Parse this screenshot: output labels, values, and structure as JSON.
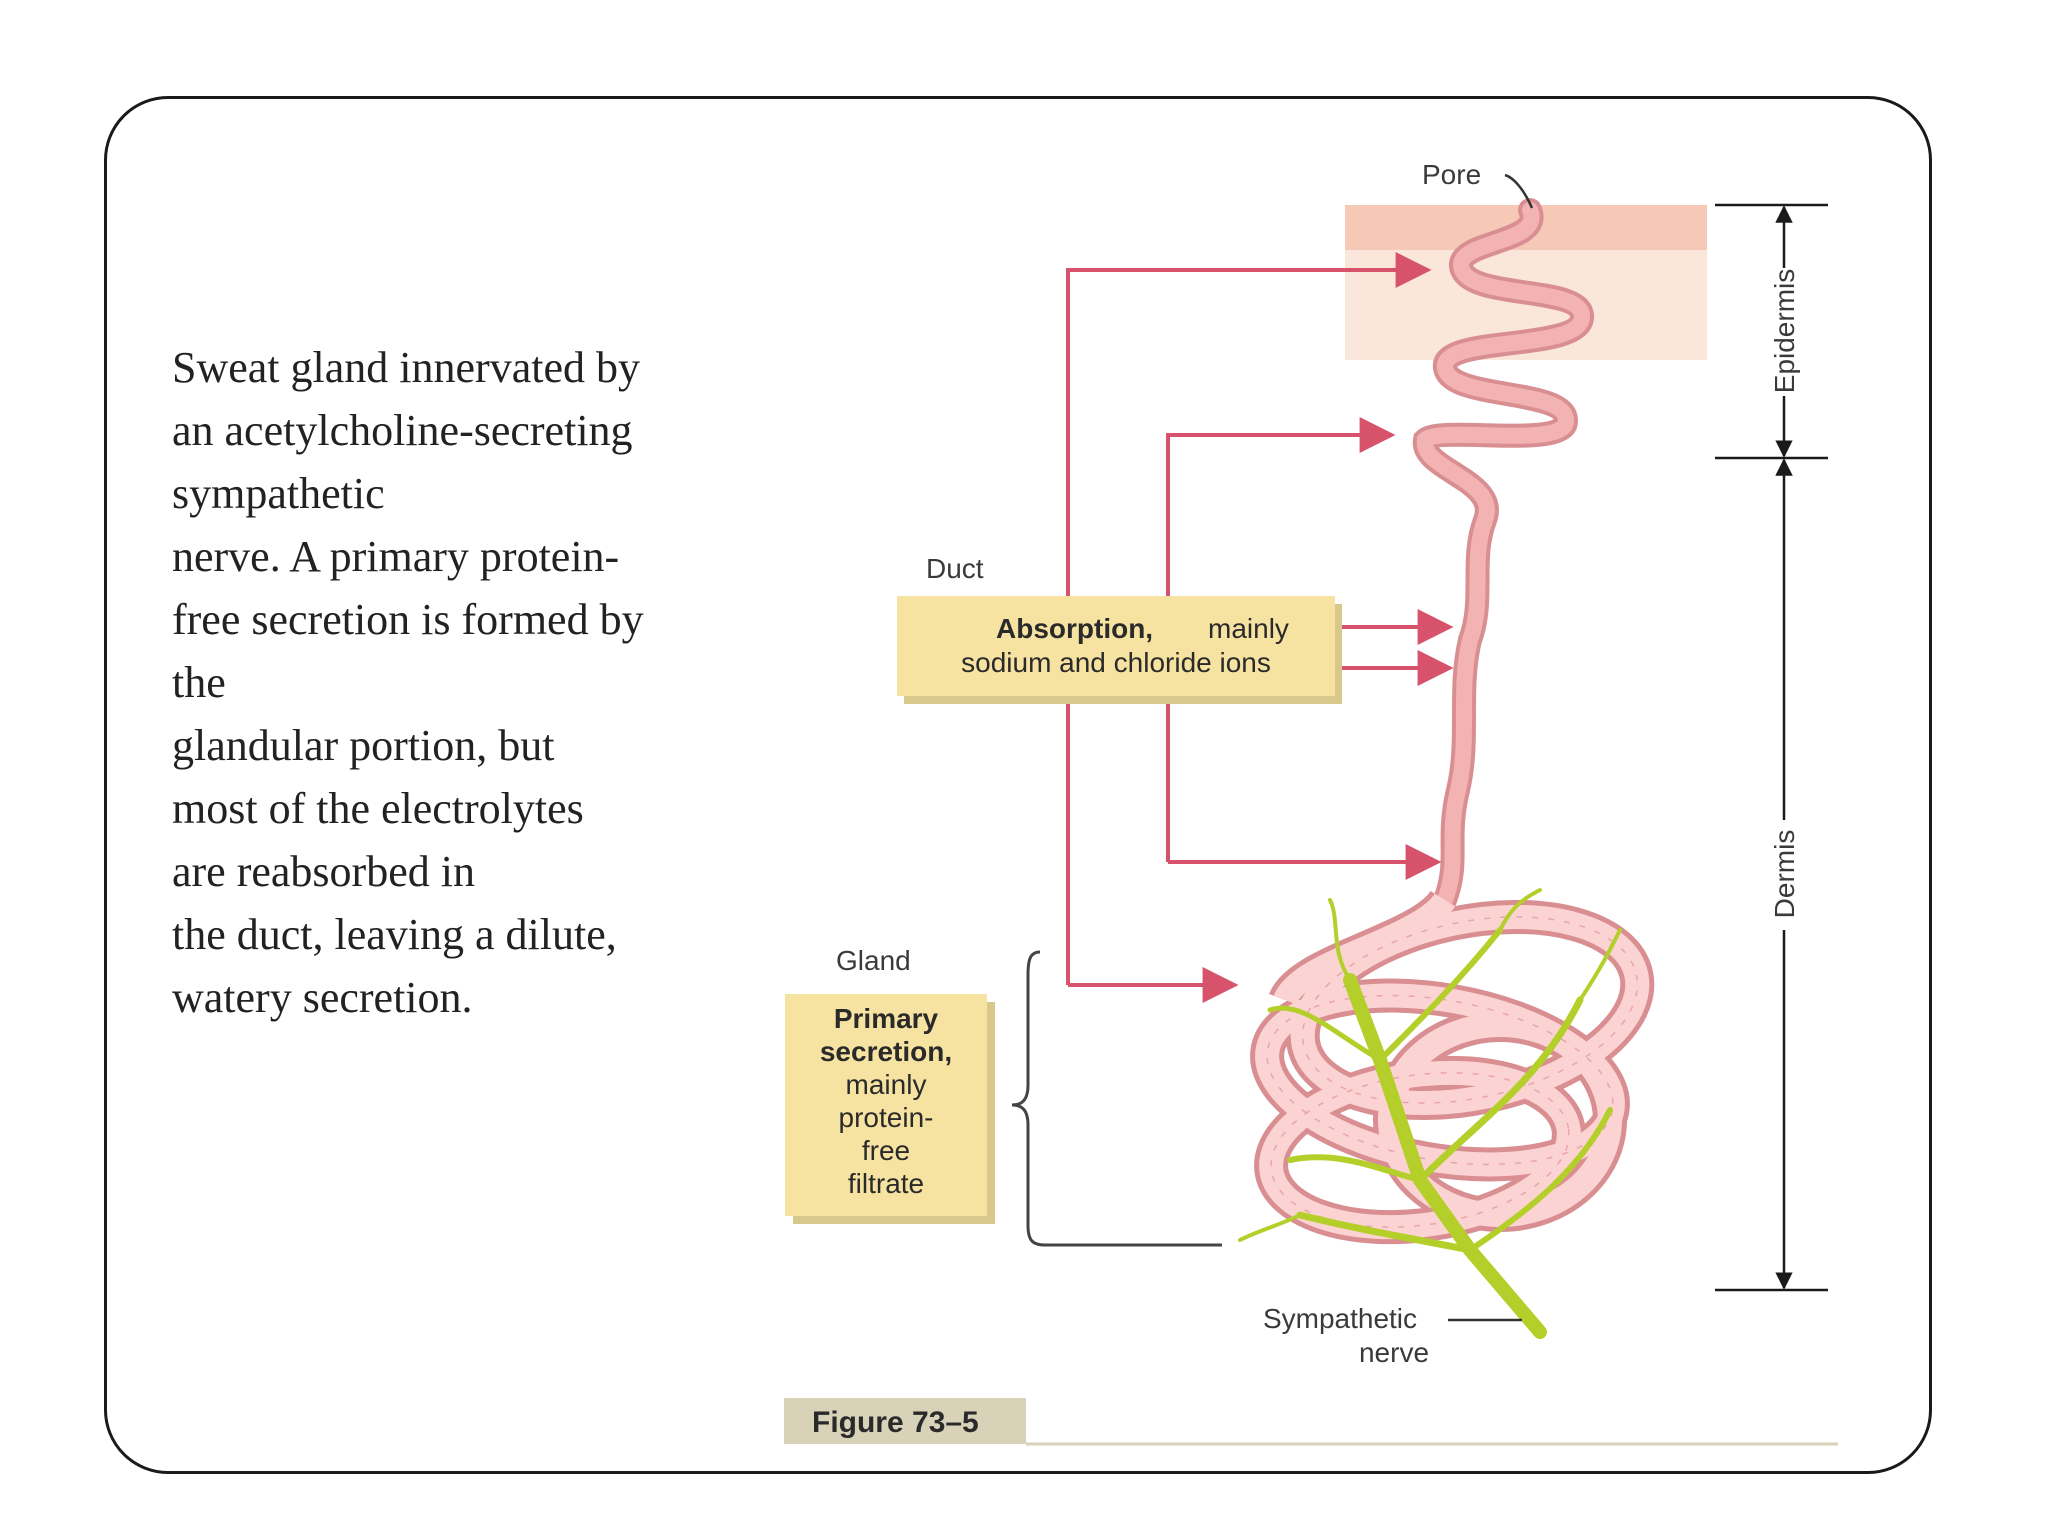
{
  "description_lines": [
    "Sweat gland innervated by",
    "an acetylcholine-secreting",
    "sympathetic",
    "nerve. A primary protein-",
    "free secretion is formed by",
    "the",
    "glandular portion, but",
    "most of the electrolytes",
    "are reabsorbed in",
    "the duct, leaving a dilute,",
    "watery secretion."
  ],
  "figure": {
    "pore_label": "Pore",
    "epidermis_label": "Epidermis",
    "dermis_label": "Dermis",
    "duct_label": "Duct",
    "absorption_bold": "Absorption,",
    "absorption_rest": "mainly",
    "absorption_line2": "sodium and chloride ions",
    "gland_label": "Gland",
    "primary_lines": [
      "Primary",
      "secretion,",
      "mainly",
      "protein-",
      "free",
      "filtrate"
    ],
    "nerve_line1": "Sympathetic",
    "nerve_line2": "nerve",
    "caption": "Figure 73–5"
  },
  "colors": {
    "arrow": "#d6536b",
    "skin": "#f6c9b6",
    "duct": "#f4b3b3",
    "duct_outline": "#d98f92",
    "nerve": "#b5cf2a",
    "label_box": "#f7e3a1",
    "caption_box": "#d8d2b8"
  }
}
